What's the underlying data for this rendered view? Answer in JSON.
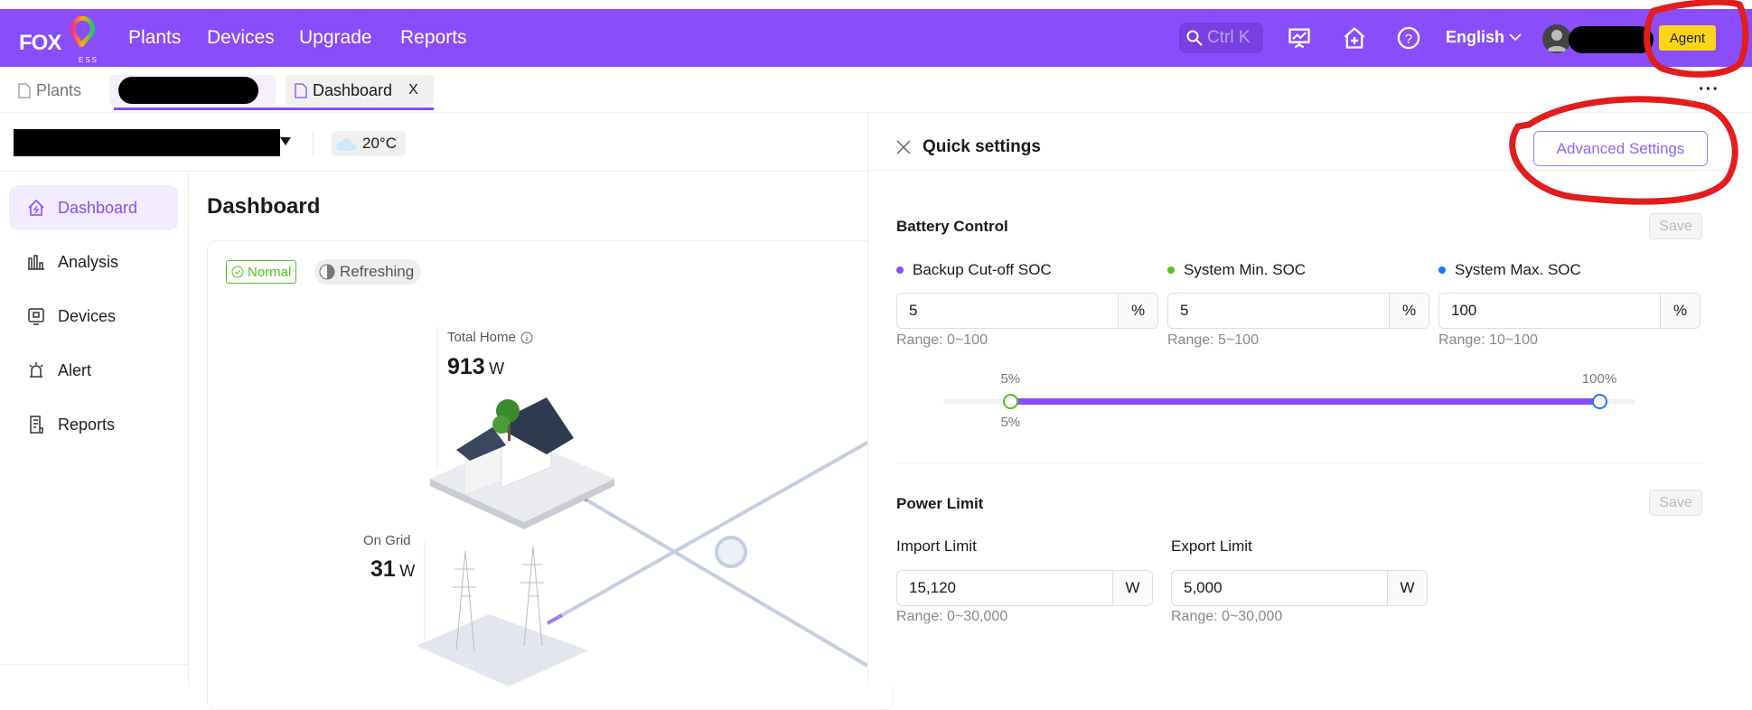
{
  "nav": {
    "logo_text": "FOX",
    "logo_sub": "ESS",
    "items": [
      "Plants",
      "Devices",
      "Upgrade",
      "Reports"
    ],
    "search_placeholder": "Ctrl K",
    "language": "English",
    "role_badge": "Agent"
  },
  "tabs": {
    "plants": "Plants",
    "dashboard": "Dashboard",
    "close": "X",
    "more": "···"
  },
  "header": {
    "weather_temp": "20°C"
  },
  "sidebar": {
    "items": [
      {
        "label": "Dashboard",
        "icon": "home-icon"
      },
      {
        "label": "Analysis",
        "icon": "bar-chart-icon"
      },
      {
        "label": "Devices",
        "icon": "device-icon"
      },
      {
        "label": "Alert",
        "icon": "alarm-icon"
      },
      {
        "label": "Reports",
        "icon": "report-icon"
      }
    ]
  },
  "dashboard": {
    "title": "Dashboard",
    "status_normal": "Normal",
    "status_refreshing": "Refreshing",
    "home_label": "Total Home",
    "home_value": "913",
    "home_unit": "W",
    "grid_label": "On Grid",
    "grid_value": "31",
    "grid_unit": "W"
  },
  "quick_settings": {
    "title": "Quick settings",
    "advanced_button": "Advanced Settings",
    "battery": {
      "title": "Battery Control",
      "save": "Save",
      "fields": [
        {
          "label": "Backup Cut-off SOC",
          "value": "5",
          "unit": "%",
          "range": "Range: 0~100",
          "color": "#8a4dfb"
        },
        {
          "label": "System Min. SOC",
          "value": "5",
          "unit": "%",
          "range": "Range: 5~100",
          "color": "#52c41a"
        },
        {
          "label": "System Max. SOC",
          "value": "100",
          "unit": "%",
          "range": "Range: 10~100",
          "color": "#1677ff"
        }
      ],
      "slider": {
        "min_label": "5%",
        "max_label": "100%",
        "low_label": "5%",
        "min_value": 5,
        "max_value": 100
      }
    },
    "power": {
      "title": "Power Limit",
      "save": "Save",
      "fields": [
        {
          "label": "Import Limit",
          "value": "15,120",
          "unit": "W",
          "range": "Range: 0~30,000"
        },
        {
          "label": "Export Limit",
          "value": "5,000",
          "unit": "W",
          "range": "Range: 0~30,000"
        }
      ]
    }
  }
}
